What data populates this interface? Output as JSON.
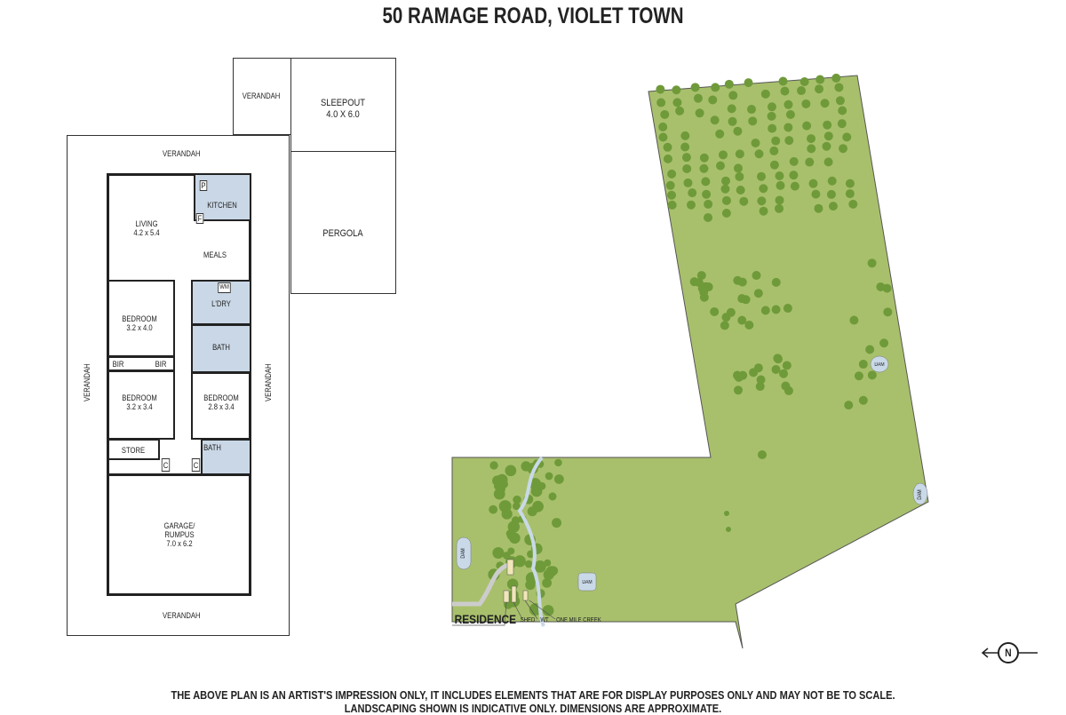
{
  "title": "50 RAMAGE ROAD, VIOLET TOWN",
  "floor_plan": {
    "verandah_top": "VERANDAH",
    "verandah_bottom": "VERANDAH",
    "verandah_left": "VERANDAH",
    "verandah_right": "VERANDAH",
    "verandah_sleepout": "VERANDAH",
    "sleepout": {
      "name": "SLEEPOUT",
      "size": "4.0 X 6.0"
    },
    "pergola": "PERGOLA",
    "living": {
      "name": "LIVING",
      "size": "4.2 x 5.4"
    },
    "kitchen": "KITCHEN",
    "pantry": "P",
    "fridge": "F",
    "meals": "MEALS",
    "laundry": "L'DRY",
    "wm": "WM",
    "bath1": "BATH",
    "bath2": "BATH",
    "bedroom1": {
      "name": "BEDROOM",
      "size": "3.2 x 4.0"
    },
    "bedroom2": {
      "name": "BEDROOM",
      "size": "3.2 x 3.4"
    },
    "bedroom3": {
      "name": "BEDROOM",
      "size": "2.8 x 3.4"
    },
    "bir1": "BIR",
    "bir2": "BIR",
    "store": "STORE",
    "cupboard1": "C",
    "cupboard2": "C",
    "garage": {
      "name": "GARAGE/",
      "name2": "RUMPUS",
      "size": "7.0 x 6.2"
    }
  },
  "site_plan": {
    "residence": "RESIDENCE",
    "shed": "SHED",
    "wt": "WT",
    "creek": "ONE MILE CREEK",
    "dams": [
      "DAM",
      "DAM",
      "DAM",
      "DAM"
    ],
    "north": "N",
    "colors": {
      "land": "#a8c06c",
      "tree": "#6f9a3a",
      "water": "#c9d9e8"
    }
  },
  "disclaimer": {
    "line1": "THE ABOVE PLAN IS AN ARTIST'S IMPRESSION ONLY, IT INCLUDES ELEMENTS THAT ARE FOR DISPLAY PURPOSES ONLY AND MAY NOT BE TO SCALE.",
    "line2": "LANDSCAPING SHOWN IS INDICATIVE ONLY. DIMENSIONS ARE APPROXIMATE."
  }
}
